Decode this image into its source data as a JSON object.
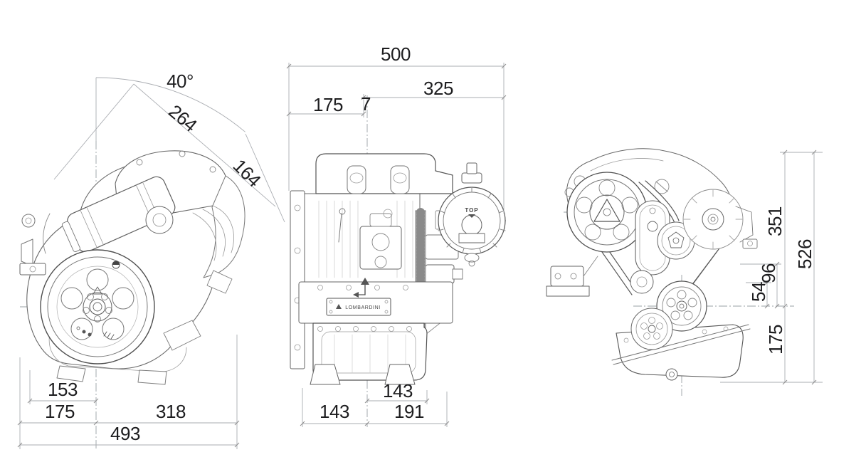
{
  "views": {
    "front": {
      "dims": {
        "intake_tilt_angle": "40°",
        "intake_axis_length": "264",
        "intake_width": "164",
        "crank_to_flywheel_face": "153",
        "crank_to_left": "175",
        "crank_to_right": "318",
        "overall_width": "493"
      }
    },
    "side": {
      "engine_text": {
        "air_filter_marking": "TOP",
        "nameplate": "LOMBARDINI"
      },
      "dims": {
        "overall_length": "500",
        "cylinder_to_rear": "325",
        "front_to_mount": "175",
        "mount_to_cylinder_offset": "7",
        "cylinder_to_flange": "143",
        "foot_front_to_cylinder": "143",
        "cylinder_to_foot_rear": "191"
      }
    },
    "rear": {
      "dims": {
        "crank_to_top": "351",
        "overall_height": "526",
        "mount_hole_upper": "96",
        "mount_hole_lower": "54",
        "crank_to_bottom": "175"
      }
    }
  }
}
